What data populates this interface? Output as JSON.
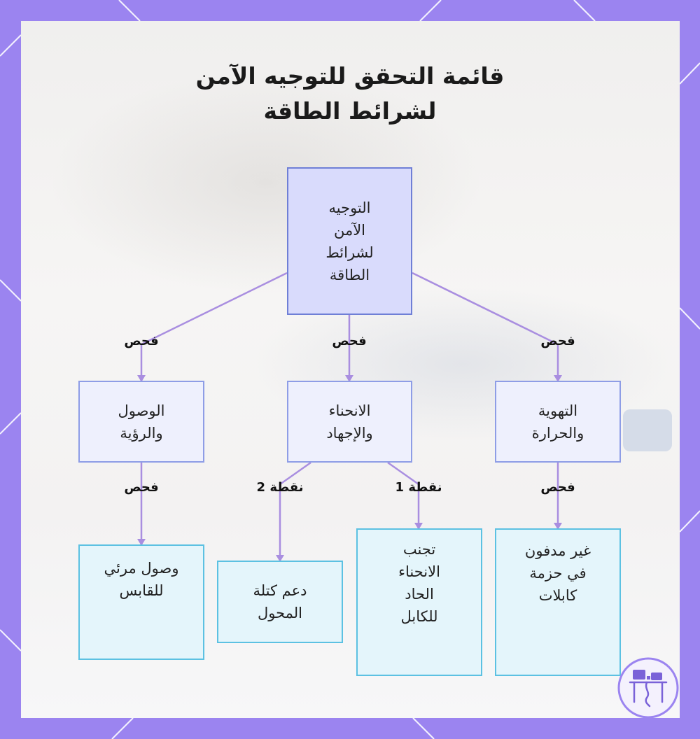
{
  "title_lines": [
    "قائمة التحقق للتوجيه الآمن",
    "لشرائط الطاقة"
  ],
  "nodes": {
    "root": [
      "التوجيه",
      "الآمن",
      "لشرائط",
      "الطاقة"
    ],
    "access": [
      "الوصول",
      "والرؤية"
    ],
    "bending": [
      "الانحناء",
      "والإجهاد"
    ],
    "ventilation": [
      "التهوية",
      "والحرارة"
    ],
    "plug_access": [
      "وصول مرئي",
      "للقابس"
    ],
    "adapter_support": [
      "دعم كتلة",
      "المحول"
    ],
    "avoid_bend": [
      "تجنب",
      "الانحناء",
      "الحاد",
      "للكابل"
    ],
    "not_buried": [
      "غير مدفون",
      "في حزمة",
      "كابلات"
    ]
  },
  "edge_labels": {
    "root_to_access": "فحص",
    "root_to_bending": "فحص",
    "root_to_ventilation": "فحص",
    "access_to_plug": "فحص",
    "bending_to_adapter": "نقطة 2",
    "bending_to_avoid": "نقطة 1",
    "ventilation_to_buried": "فحص"
  },
  "colors": {
    "frame": "#9b84f0",
    "connector": "#a98ee0",
    "root_fill": "#d9dbfc",
    "root_border": "#6f7fd6",
    "mid_fill": "#eef0fd",
    "mid_border": "#8e9de6",
    "leaf_fill": "#e4f5fb",
    "leaf_border": "#5cc1e2"
  },
  "logo_icon": "desk-workspace-icon"
}
